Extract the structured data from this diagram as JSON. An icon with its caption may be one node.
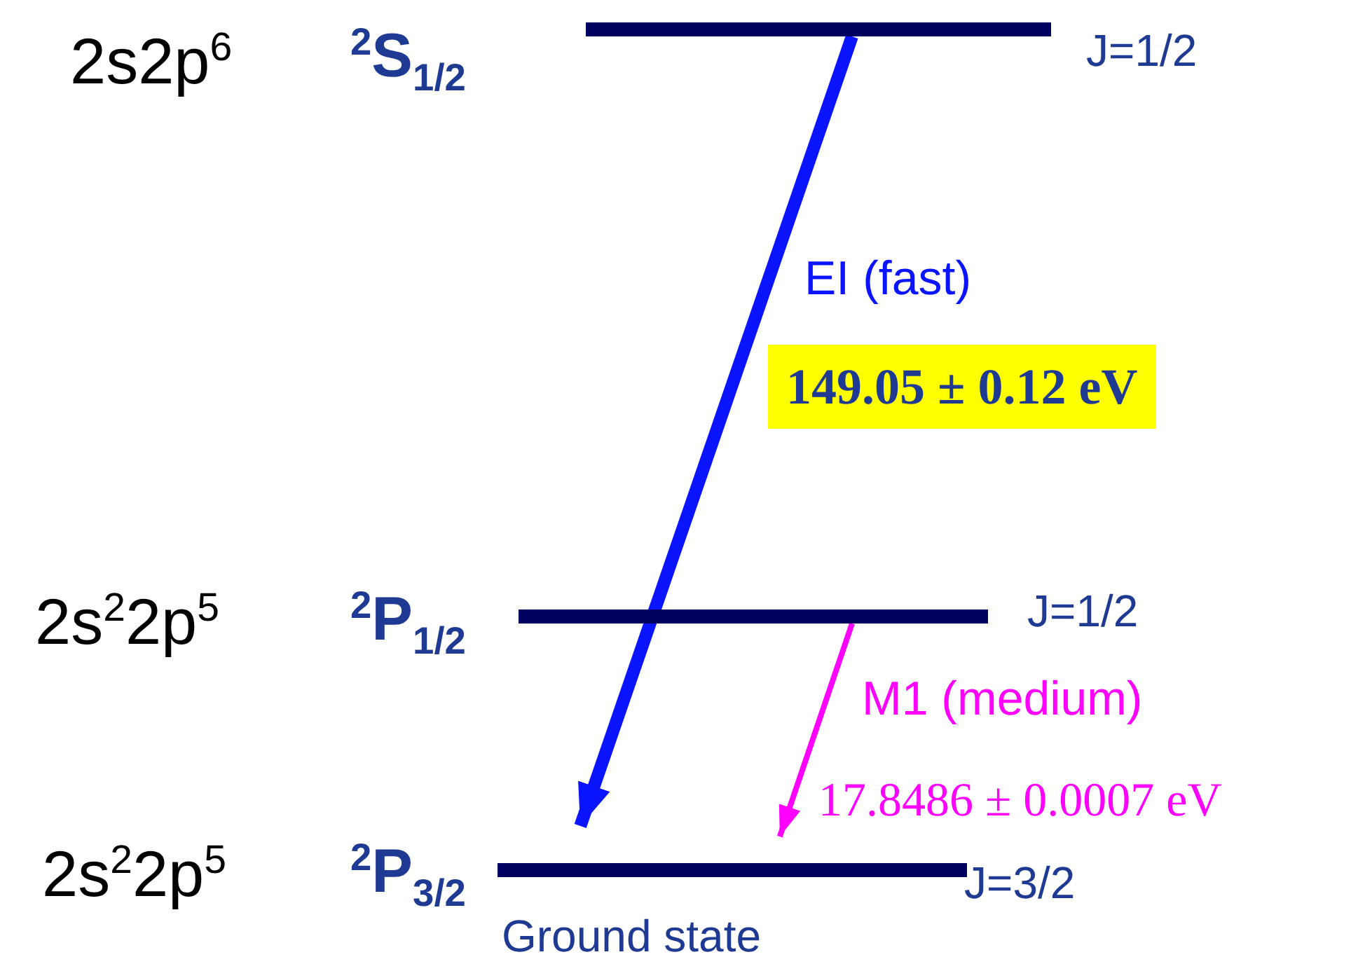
{
  "diagram": {
    "nodes": [
      {
        "text": [],
        "shape": "bar",
        "beside": [
          "2s2p$^{6}$",
          "$^{2}$S$_{1/2}$",
          "J=1/2"
        ]
      },
      {
        "text": [],
        "shape": "bar",
        "beside": [
          "2s$^{2}$2p$^{5}$",
          "$^{2}$P$_{1/2}$",
          "J=1/2"
        ]
      },
      {
        "text": [],
        "shape": "bar",
        "beside": [
          "2s$^{2}$2p$^{5}$",
          "$^{2}$P$_{3/2}$",
          "J=3/2",
          "Ground state"
        ]
      }
    ],
    "edges": [
      {
        "from": 0,
        "to": 2,
        "arrow": "to",
        "label": "EI (fast)",
        "style": "thick",
        "color": "#0a14ff"
      },
      {
        "from": 1,
        "to": 2,
        "arrow": "to",
        "label": "M1 (medium)",
        "color": "#ff00ff"
      }
    ],
    "labels": [
      "149.05 ± 0.12 eV",
      "17.8486 ± 0.0007 eV"
    ]
  }
}
